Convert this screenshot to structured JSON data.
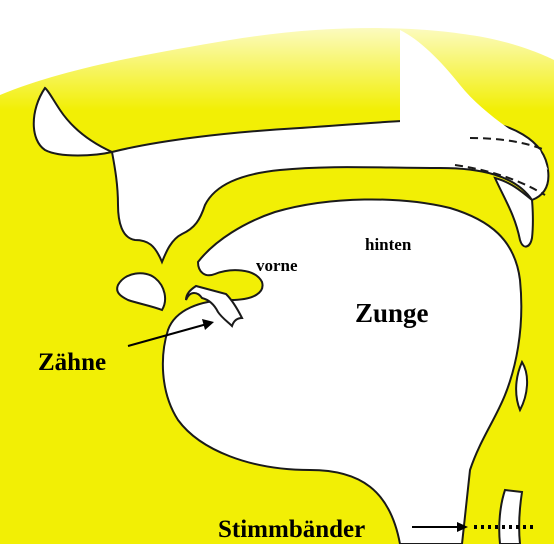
{
  "labels": {
    "vorne": "vorne",
    "hinten": "hinten",
    "zunge": "Zunge",
    "zaehne": "Zähne",
    "stimmbaender": "Stimmbänder"
  },
  "colors": {
    "background_fill": "#f2ef05",
    "tissue": "#ffffff",
    "outline": "#1a1a1a"
  }
}
